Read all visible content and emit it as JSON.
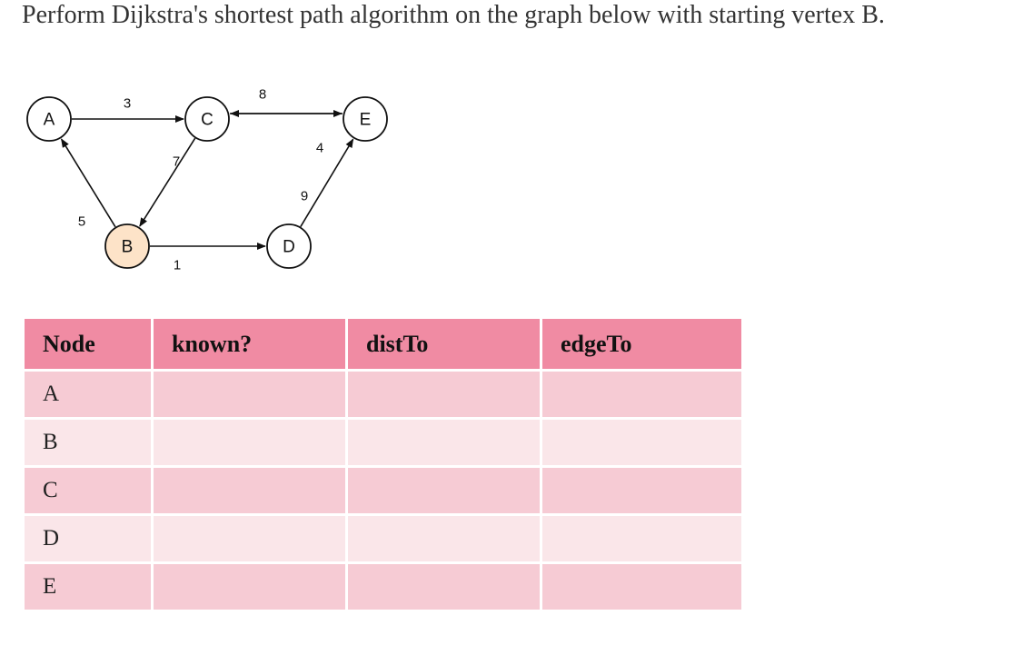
{
  "question": {
    "text": "Perform Dijkstra's shortest path algorithm on the graph below with starting vertex B."
  },
  "graph": {
    "start_vertex": "B",
    "start_fill": "#fde3c8",
    "nodes": [
      {
        "id": "A",
        "label": "A"
      },
      {
        "id": "B",
        "label": "B"
      },
      {
        "id": "C",
        "label": "C"
      },
      {
        "id": "D",
        "label": "D"
      },
      {
        "id": "E",
        "label": "E"
      }
    ],
    "edges": [
      {
        "from": "A",
        "to": "C",
        "weight": "3"
      },
      {
        "from": "B",
        "to": "A",
        "weight": "5"
      },
      {
        "from": "C",
        "to": "B",
        "weight": "7"
      },
      {
        "from": "C",
        "to": "E",
        "weight": "8"
      },
      {
        "from": "E",
        "to": "C",
        "weight": "4"
      },
      {
        "from": "B",
        "to": "D",
        "weight": "1"
      },
      {
        "from": "D",
        "to": "E",
        "weight": "9"
      }
    ]
  },
  "table": {
    "headers": [
      "Node",
      "known?",
      "distTo",
      "edgeTo"
    ],
    "rows": [
      {
        "node": "A",
        "known": "",
        "distTo": "",
        "edgeTo": ""
      },
      {
        "node": "B",
        "known": "",
        "distTo": "",
        "edgeTo": ""
      },
      {
        "node": "C",
        "known": "",
        "distTo": "",
        "edgeTo": ""
      },
      {
        "node": "D",
        "known": "",
        "distTo": "",
        "edgeTo": ""
      },
      {
        "node": "E",
        "known": "",
        "distTo": "",
        "edgeTo": ""
      }
    ],
    "header_color": "#f08ba3",
    "row_color_dark": "#f6cbd4",
    "row_color_light": "#fae6e9"
  }
}
